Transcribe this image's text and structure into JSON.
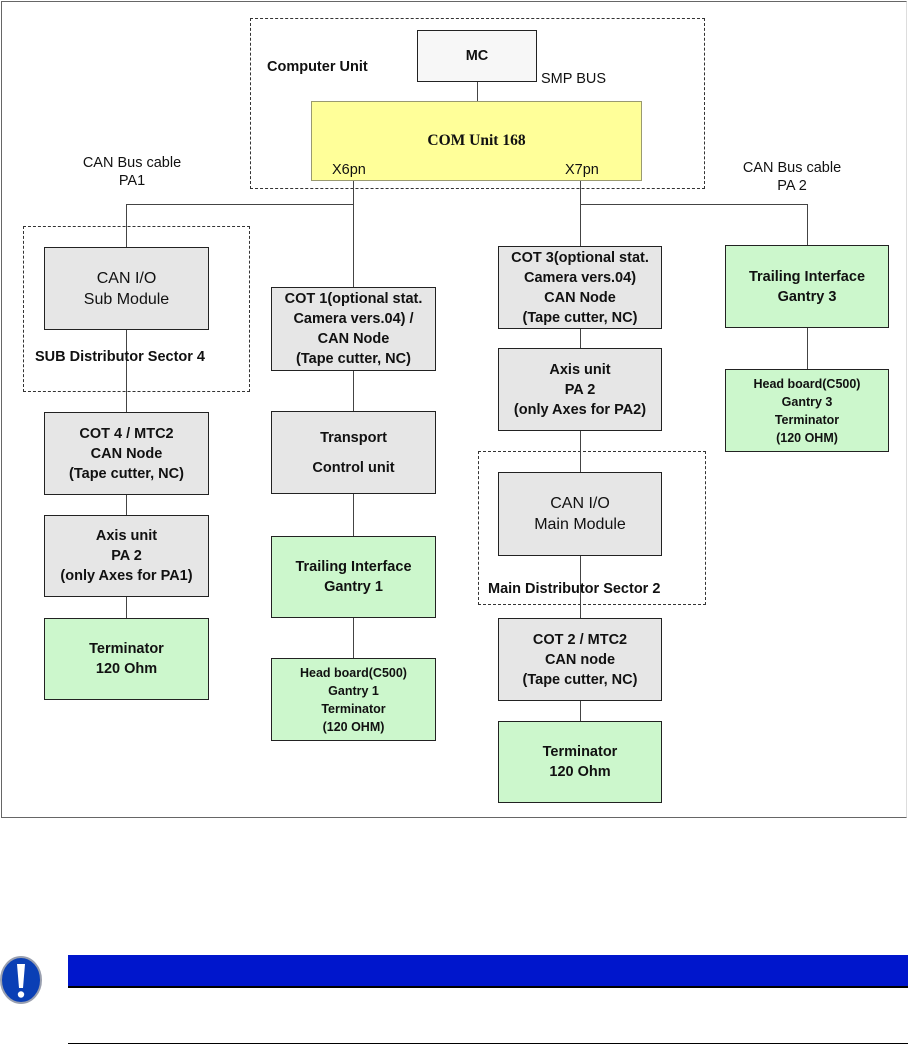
{
  "diagram": {
    "groups": {
      "computer_unit": "Computer Unit",
      "sub_distributor": "SUB Distributor Sector 4",
      "main_distributor": "Main Distributor Sector 2"
    },
    "labels": {
      "smp_bus": "SMP BUS",
      "x6pn": "X6pn",
      "x7pn": "X7pn",
      "can_bus_pa1": [
        "CAN Bus cable",
        "PA1"
      ],
      "can_bus_pa2": [
        "CAN Bus cable",
        "PA 2"
      ]
    },
    "nodes": {
      "mc": [
        "MC"
      ],
      "com_unit": [
        "COM Unit 168"
      ],
      "can_io_sub": [
        "CAN I/O",
        "Sub Module"
      ],
      "cot4": [
        "COT 4 / MTC2",
        "CAN Node",
        "(Tape cutter, NC)"
      ],
      "axis_pa1": [
        "Axis unit",
        "PA 2",
        "(only Axes for PA1)"
      ],
      "terminator_left": [
        "Terminator",
        "120 Ohm"
      ],
      "cot1": [
        "COT 1(optional stat.",
        "Camera vers.04) /",
        "CAN Node",
        "(Tape cutter, NC)"
      ],
      "transport": [
        "Transport",
        "Control unit"
      ],
      "trailing_g1": [
        "Trailing Interface",
        "Gantry  1"
      ],
      "head_g1": [
        "Head board(C500)",
        "Gantry  1",
        "Terminator",
        "(120 OHM)"
      ],
      "cot3": [
        "COT 3(optional stat.",
        "Camera vers.04)",
        "CAN Node",
        "(Tape cutter, NC)"
      ],
      "axis_pa2": [
        "Axis unit",
        "PA 2",
        "(only Axes for PA2)"
      ],
      "can_io_main": [
        "CAN I/O",
        "Main Module"
      ],
      "cot2": [
        "COT 2 / MTC2",
        "CAN node",
        "(Tape cutter, NC)"
      ],
      "terminator_right": [
        "Terminator",
        "120 Ohm"
      ],
      "trailing_g3": [
        "Trailing  Interface",
        "Gantry 3"
      ],
      "head_g3": [
        "Head board(C500)",
        "Gantry  3",
        "Terminator",
        "(120 OHM)"
      ]
    },
    "colors": {
      "gray_node": "#e6e6e6",
      "green_node": "#ccf7cc",
      "yellow_node": "#ffff99",
      "notice_blue": "#0016cc"
    }
  },
  "notice": {
    "icon": "exclamation-icon",
    "title": "",
    "body": ""
  }
}
